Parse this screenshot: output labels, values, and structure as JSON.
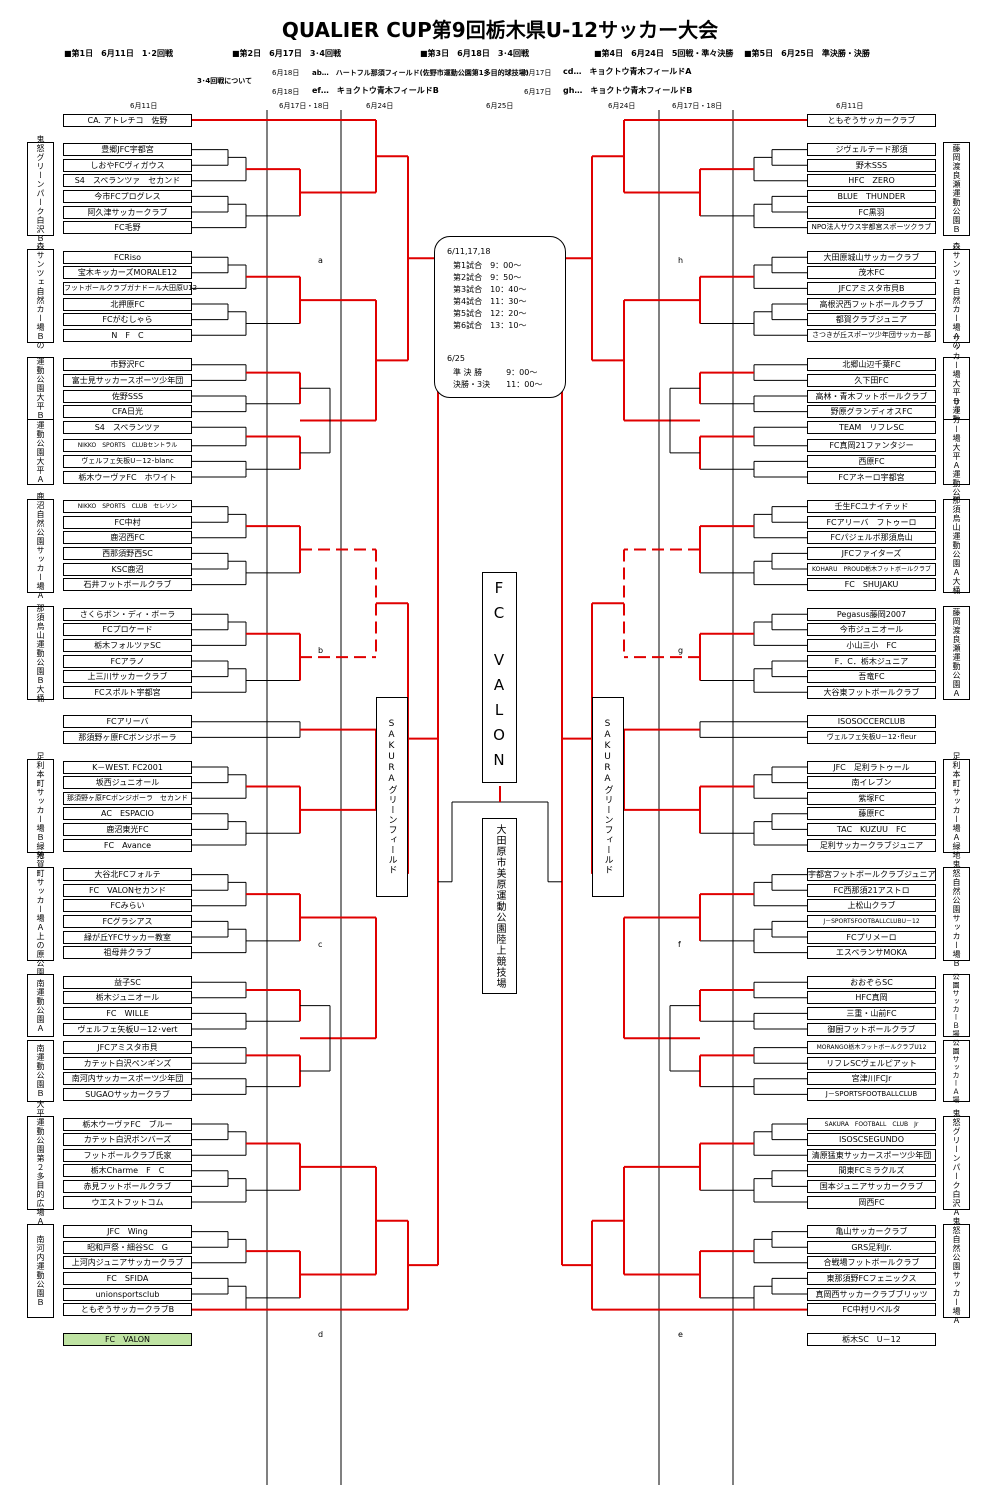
{
  "title": "QUALIER CUP第9回栃木県U-12サッカー大会",
  "schedule_top": [
    "■第1日　6月11日　1･2回戦",
    "■第2日　6月17日　3･4回戦",
    "■第3日　6月18日　3･4回戦",
    "■第4日　6月24日　5回戦・準々決勝",
    "■第5日　6月25日　準決勝・決勝"
  ],
  "round34_note": "3･4回戦について",
  "venue_assign": [
    {
      "date": "6月18日",
      "text": "ab…　ハートフル那須フィールド(佐野市運動公園第1多目的球技場)"
    },
    {
      "date": "6月18日",
      "text": "ef…　キョクトウ青木フィールドB"
    },
    {
      "date": "6月17日",
      "text": "cd…　キョクトウ青木フィールドA"
    },
    {
      "date": "6月17日",
      "text": "gh…　キョクトウ青木フィールドB"
    }
  ],
  "round_headers": {
    "left": [
      "6月11日",
      "6月17日・18日",
      "6月24日"
    ],
    "center": "6月25日",
    "right": [
      "6月24日",
      "6月17日・18日",
      "6月11日"
    ]
  },
  "times": {
    "dates": "6/11,17,18",
    "games": [
      "第1試合　9：00～",
      "第2試合　9：50～",
      "第3試合　10：40～",
      "第4試合　11：30～",
      "第5試合　12：20～",
      "第6試合　13：10～"
    ],
    "date2": "6/25",
    "finals": [
      "準 決 勝　　　9：00～",
      "決勝・3決　　11：00～"
    ]
  },
  "champion_box": "FC　VALON",
  "center_venue": "大田原市美原運動公園陸上競技場",
  "left_sakura": "SAKURAグリーンフィールド",
  "right_sakura": "SAKURAグリーンフィールド",
  "block_letters": {
    "left": [
      "a",
      "b",
      "c",
      "d"
    ],
    "right": [
      "h",
      "g",
      "f",
      "e"
    ]
  },
  "left_teams": [
    "CA. アトレチコ　佐野",
    "豊郷JFC宇都宮",
    "しおやFCヴィガウス",
    "S4　スペランツァ　セカンド",
    "今市FCプログレス",
    "阿久津サッカークラブ",
    "FC毛野",
    "FCRiso",
    "宝木キッカーズMORALE12",
    "フットボールクラブガナドール大田原U12",
    "北押原FC",
    "FCがむしゃら",
    "N　F　C",
    "市野沢FC",
    "富士見サッカースポーツ少年団",
    "佐野SSS",
    "CFA日光",
    "S4　スペランツァ",
    "NIKKO　SPORTS　CLUBセントラル",
    "ヴェルフェ矢板U－12･blanc",
    "栃木ウーヴァFC　ホワイト",
    "NIKKO　SPORTS　CLUB　セレソン",
    "FC中村",
    "鹿沼西FC",
    "西那須野西SC",
    "KSC鹿沼",
    "石井フットボールクラブ",
    "さくらボン・ディ・ボーラ",
    "FCプロケード",
    "栃木フォルツァSC",
    "FCアラノ",
    "上三川サッカークラブ",
    "FCスポルト宇都宮",
    "FCアリーバ",
    "那須野ヶ原FCボンジボーラ",
    "K－WEST. FC2001",
    "坂西ジュニオール",
    "那須野ヶ原FCボンジボーラ　セカンド",
    "AC　ESPACIO",
    "鹿沼東光FC",
    "FC　Avance",
    "大谷北FCフォルテ",
    "FC　VALONセカンド",
    "FCみらい",
    "FCグラシアス",
    "緑が丘YFCサッカー教室",
    "祖母井クラブ",
    "益子SC",
    "栃木ジュニオール",
    "FC　WILLE",
    "ヴェルフェ矢板U－12･vert",
    "JFCアミスタ市貝",
    "カテット白沢ペンギンズ",
    "南河内サッカースポーツ少年団",
    "SUGAOサッカークラブ",
    "栃木ウーヴァFC　ブルー",
    "カテット白沢ボンバーズ",
    "フットボールクラブ氏家",
    "栃木Charme　F　C",
    "赤見フットボールクラブ",
    "ウエストフットコム",
    "JFC　Wing",
    "昭和戸祭・細谷SC　G",
    "上河内ジュニアサッカークラブ",
    "FC　SFIDA",
    "unionsportsclub",
    "ともぞうサッカークラブB",
    "FC　VALON"
  ],
  "right_teams": [
    "ともぞうサッカークラブ",
    "ジヴェルテード那須",
    "野木SSS",
    "HFC　ZERO",
    "BLUE　THUNDER",
    "FC黒羽",
    "NPO法人サウス宇都宮スポーツクラブ",
    "大田原城山サッカークラブ",
    "茂木FC",
    "JFCアミスタ市貝B",
    "高根沢西フットボールクラブ",
    "都賀クラブジュニア",
    "さつきが丘スポーツ少年団サッカー部",
    "北郷山辺千葉FC",
    "久下田FC",
    "高林・青木フットボールクラブ",
    "野原グランディオスFC",
    "TEAM　リフレSC",
    "FC真岡21ファンタジー",
    "西原FC",
    "FCアネーロ宇都宮",
    "壬生FCユナイテッド",
    "FCアリーバ　フトゥーロ",
    "FCパジェルボ那須烏山",
    "JFCファイターズ",
    "KOHARU　PROUD栃木フットボールクラブ",
    "FC　SHUJAKU",
    "Pegasus藤岡2007",
    "今市ジュニオール",
    "小山三小　FC",
    "F．C．栃木ジュニア",
    "吾竜FC",
    "大谷東フットボールクラブ",
    "ISOSOCCERCLUB",
    "ヴェルフェ矢板U－12･fleur",
    "JFC　足利ラトゥール",
    "南イレブン",
    "紫塚FC",
    "藤原FC",
    "TAC　KUZUU　FC",
    "足利サッカークラブジュニア",
    "宇都宮フットボールクラブジュニア",
    "FC西那須21アストロ",
    "上松山クラブ",
    "J－SPORTSFOOTBALLCLUBU－12",
    "FCプリメーロ",
    "エスペランサMOKA",
    "おおぞらSC",
    "HFC真岡",
    "三重・山前FC",
    "御厨フットボールクラブ",
    "MORANGO栃木フットボールクラブU12",
    "リフレSCヴェルピアット",
    "宮津川FCJr",
    "J－SPORTSFOOTBALLCLUB",
    "SAKURA　FOOTBALL　CLUB　Jr",
    "ISOSCSEGUNDO",
    "清原猛東サッカースポーツ少年団",
    "間東FCミラクルズ",
    "国本ジュニアサッカークラブ",
    "岡西FC",
    "亀山サッカークラブ",
    "GRS足利Jr.",
    "合戦場フットボールクラブ",
    "東那須野FCフェニックス",
    "真岡西サッカークラブブリッツ",
    "FC中村リベルタ",
    "栃木SC　U－12"
  ],
  "left_venues": [
    "鬼怒グリーンパーク白沢Ｂ",
    "森サンツェ自然カー場Ｂの",
    "運動公園大平Ｂ",
    "運動公園大平Ａ",
    "鹿沼自然公園サッカー場Ａ",
    "那須烏山運動公園Ｂ大桶",
    "足利本町サッカー場Ｂ緑地",
    "芳賀町サッカー場Ａ上の原公園",
    "南運動公園Ａ",
    "南運動公園Ｂ",
    "大平運動公園第２多目的広場Ａ",
    "南河内運動公園Ｂ"
  ],
  "right_venues": [
    "藤岡渡良瀬運動公園Ｂ",
    "森サンツェ自然カー場Ａの",
    "サッカー場大平Ｂ運動公園",
    "サッカー場大平Ａ運動公園",
    "那須烏山運動公園Ａ大桶",
    "藤岡渡良瀬運動公園Ａ",
    "足利本町サッカー場Ａ緑地",
    "鬼怒自然公園サッカー場Ｂ",
    "公園サッカーＢ場",
    "公園サッカーＡ場",
    "鬼怒グリーンパーク白沢Ａ",
    "鬼怒自然公園サッカー場Ａ"
  ]
}
